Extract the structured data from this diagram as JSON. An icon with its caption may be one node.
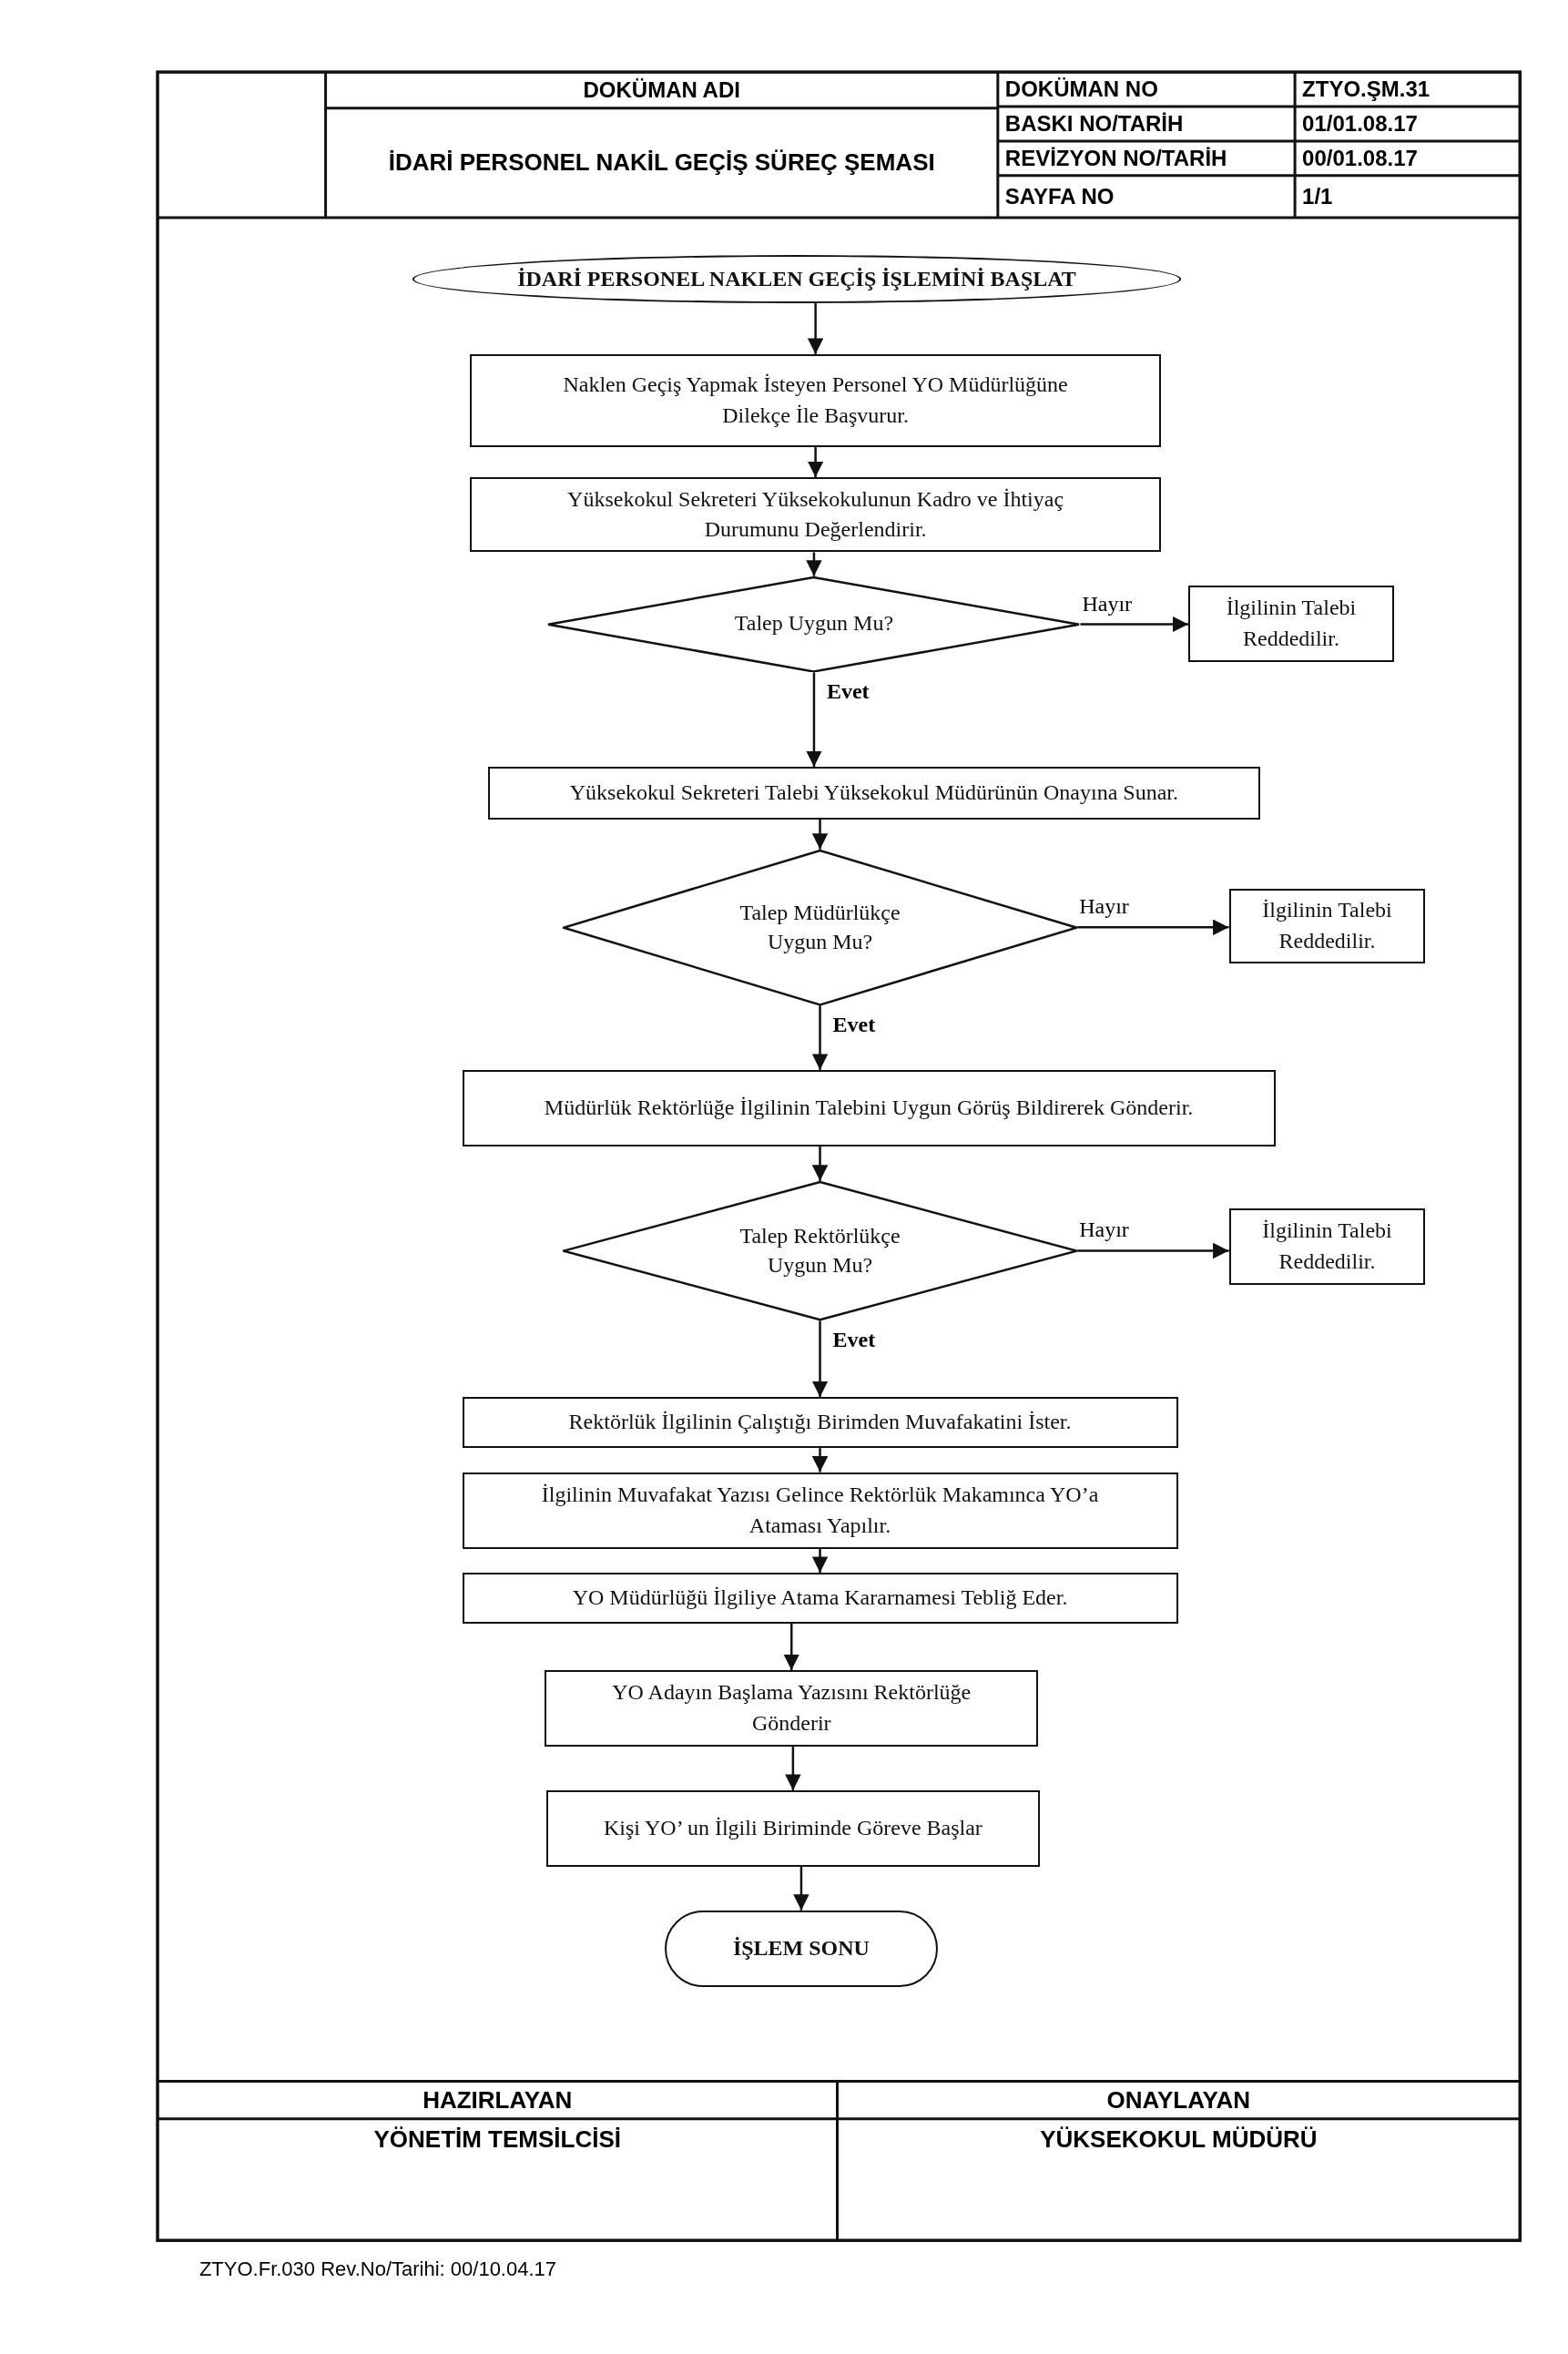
{
  "diagram": {
    "nodes": [
      {
        "text": [
          "İDARİ PERSONEL NAKLEN GEÇİŞ İŞLEMİNİ BAŞLAT"
        ]
      },
      {
        "text": [
          "Naklen Geçiş Yapmak İsteyen Personel YO Müdürlüğüne Dilekçe İle Başvurur."
        ]
      },
      {
        "text": [
          "Yüksekokul Sekreteri Yüksekokulunun Kadro ve İhtiyaç Durumunu Değerlendirir."
        ]
      },
      {
        "text": [
          "Talep Uygun Mu?"
        ]
      },
      {
        "text": [
          "İlgilinin Talebi Reddedilir."
        ]
      },
      {
        "text": [
          "Yüksekokul Sekreteri Talebi Yüksekokul Müdürünün Onayına Sunar."
        ]
      },
      {
        "text": [
          "Talep Müdürlükçe Uygun Mu?"
        ]
      },
      {
        "text": [
          "İlgilinin Talebi Reddedilir."
        ]
      },
      {
        "text": [
          "Müdürlük Rektörlüğe İlgilinin Talebini Uygun Görüş Bildirerek Gönderir."
        ]
      },
      {
        "text": [
          "Talep Rektörlükçe Uygun Mu?"
        ]
      },
      {
        "text": [
          "İlgilinin Talebi Reddedilir."
        ]
      },
      {
        "text": [
          "Rektörlük İlgilinin Çalıştığı Birimden Muvafakatini İster."
        ]
      },
      {
        "text": [
          "İlgilinin Muvafakat Yazısı Gelince Rektörlük Makamınca YO’a Ataması Yapılır."
        ]
      },
      {
        "text": [
          "YO Müdürlüğü İlgiliye Atama Kararnamesi Tebliğ Eder."
        ]
      },
      {
        "text": [
          "YO Adayın Başlama Yazısını Rektörlüğe Gönderir"
        ]
      },
      {
        "text": [
          "Kişi YO’ un İlgili Biriminde Göreve Başlar"
        ]
      },
      {
        "text": [
          "İŞLEM SONU"
        ]
      }
    ],
    "edges": [
      {
        "from": 0,
        "to": 1,
        "arrow": "to"
      },
      {
        "from": 1,
        "to": 2,
        "arrow": "to"
      },
      {
        "from": 2,
        "to": 3,
        "arrow": "to"
      },
      {
        "from": 3,
        "to": 4,
        "arrow": "to",
        "label": "Hayır"
      },
      {
        "from": 3,
        "to": 5,
        "arrow": "to",
        "label": "Evet"
      },
      {
        "from": 5,
        "to": 6,
        "arrow": "to"
      },
      {
        "from": 6,
        "to": 7,
        "arrow": "to",
        "label": "Hayır"
      },
      {
        "from": 6,
        "to": 8,
        "arrow": "to",
        "label": "Evet"
      },
      {
        "from": 8,
        "to": 9,
        "arrow": "to"
      },
      {
        "from": 9,
        "to": 10,
        "arrow": "to",
        "label": "Hayır"
      },
      {
        "from": 9,
        "to": 11,
        "arrow": "to",
        "label": "Evet"
      },
      {
        "from": 11,
        "to": 12,
        "arrow": "to"
      },
      {
        "from": 12,
        "to": 13,
        "arrow": "to"
      },
      {
        "from": 13,
        "to": 14,
        "arrow": "to"
      },
      {
        "from": 14,
        "to": 15,
        "arrow": "to"
      },
      {
        "from": 15,
        "to": 16,
        "arrow": "to"
      }
    ],
    "labels": [
      "DOKÜMAN ADI",
      "İDARİ PERSONEL NAKİL GEÇİŞ SÜREÇ ŞEMASI",
      "DOKÜMAN NO",
      "ZTYO.ŞM.31",
      "BASKI NO/TARİH",
      "01/01.08.17",
      "REVİZYON NO/TARİH",
      "00/01.08.17",
      "SAYFA NO",
      "1/1",
      "HAZIRLAYAN",
      "ONAYLAYAN",
      "YÖNETİM TEMSİLCİSİ",
      "YÜKSEKOKUL MÜDÜRÜ",
      "ZTYO.Fr.030 Rev.No/Tarihi: 00/10.04.17"
    ]
  }
}
